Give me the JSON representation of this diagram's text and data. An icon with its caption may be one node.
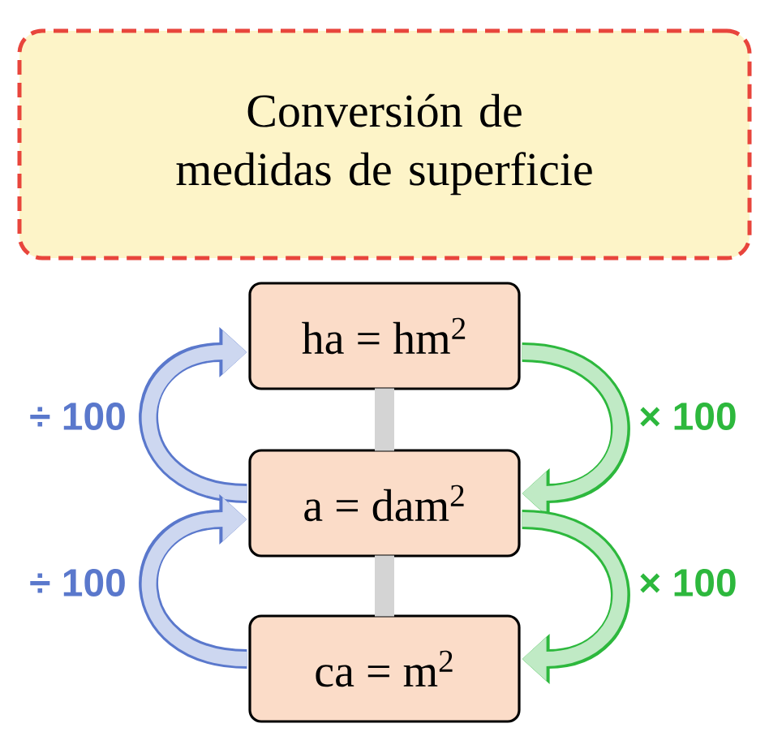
{
  "diagram": {
    "title": "Conversión de medidas de superficie",
    "nodes": [
      {
        "text": [
          "ha = hm$^{2}$"
        ]
      },
      {
        "text": [
          "a = dam$^{2}$"
        ]
      },
      {
        "text": [
          "ca = m$^{2}$"
        ]
      }
    ],
    "edges": [
      {
        "from": 0,
        "to": 1,
        "arrow": "none",
        "color": "#d4d4d4"
      },
      {
        "from": 1,
        "to": 2,
        "arrow": "none",
        "color": "#d4d4d4"
      },
      {
        "from": 1,
        "to": 0,
        "arrow": "to",
        "label": "÷ 100",
        "color": "#5a78cc"
      },
      {
        "from": 0,
        "to": 1,
        "arrow": "to",
        "label": "× 100",
        "color": "#2db83d"
      },
      {
        "from": 2,
        "to": 1,
        "arrow": "to",
        "label": "÷ 100",
        "color": "#5a78cc"
      },
      {
        "from": 1,
        "to": 2,
        "arrow": "to",
        "label": "× 100",
        "color": "#2db83d"
      }
    ]
  }
}
